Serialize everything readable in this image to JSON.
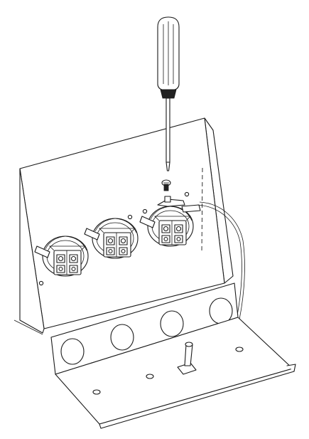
{
  "figure": {
    "subject": "outlet-mounting-assembly",
    "background": "#ffffff",
    "line_color": "#1a1a1a",
    "parts": [
      "screwdriver",
      "screw",
      "back-panel",
      "outlet-left",
      "outlet-middle",
      "outlet-right",
      "ground-wire",
      "bottom-tray",
      "toggle-switch"
    ]
  }
}
